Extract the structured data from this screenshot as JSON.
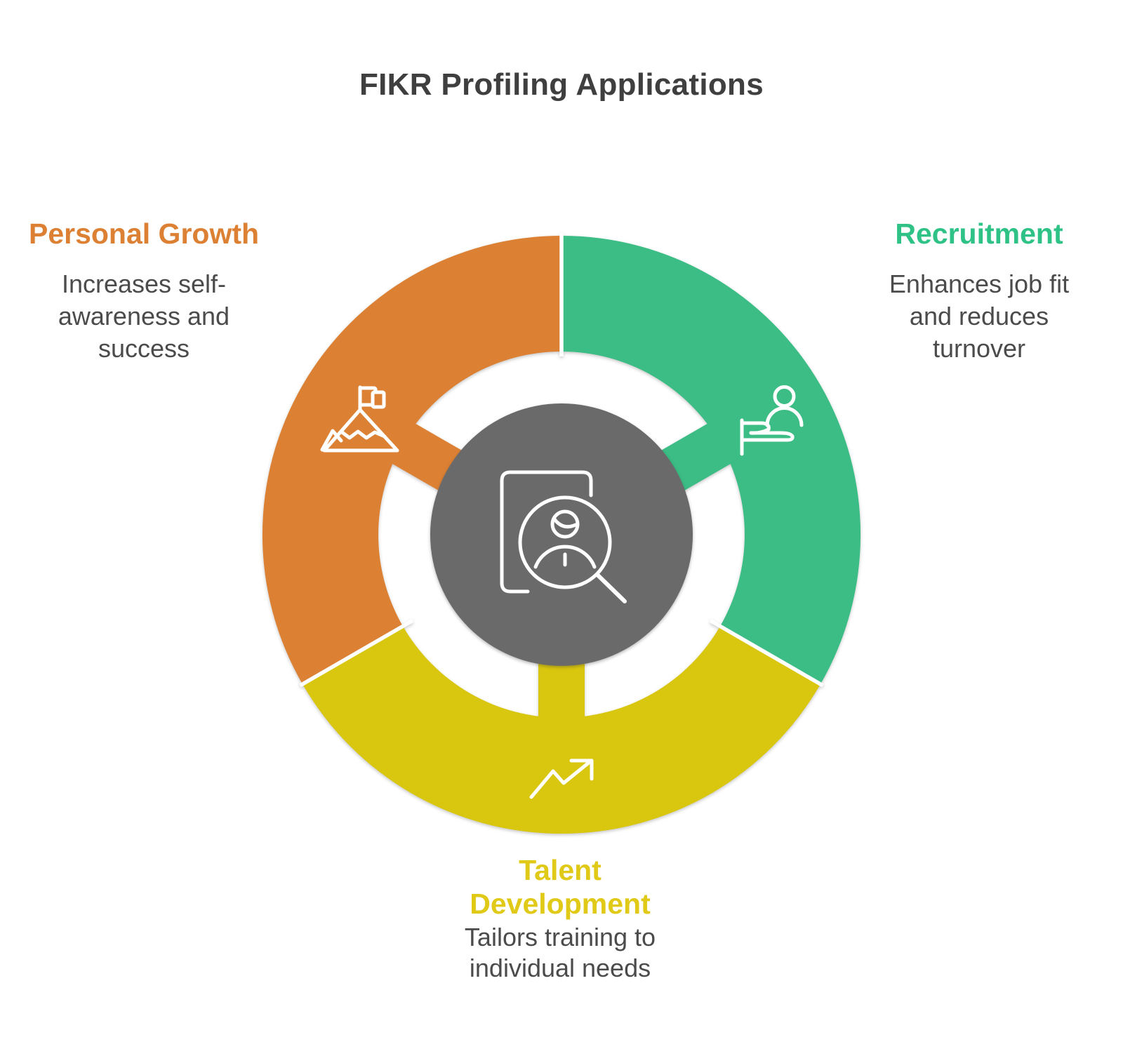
{
  "title": "FIKR Profiling Applications",
  "center": {
    "icon": "profile-search-icon",
    "color": "#6a6a6a",
    "icon_color": "#ffffff"
  },
  "segments": [
    {
      "id": "personal-growth",
      "label": "Personal Growth",
      "description": "Increases self-awareness and success",
      "desc_lines": [
        "Increases self-",
        "awareness and",
        "success"
      ],
      "color": "#dc8134",
      "icon": "mountain-flag-icon",
      "position": "top-left"
    },
    {
      "id": "recruitment",
      "label": "Recruitment",
      "description": "Enhances job fit and reduces turnover",
      "desc_lines": [
        "Enhances job fit",
        "and reduces",
        "turnover"
      ],
      "color": "#3bbd85",
      "icon": "person-flag-icon",
      "position": "top-right"
    },
    {
      "id": "talent-development",
      "label": "Talent Development",
      "label_lines": [
        "Talent",
        "Development"
      ],
      "description": "Tailors training to individual needs",
      "desc_lines": [
        "Tailors training to",
        "individual needs"
      ],
      "color": "#d9c60f",
      "icon": "trend-up-icon",
      "position": "bottom"
    }
  ],
  "text_colors": {
    "title": "#3f3f3f",
    "body": "#4b4b4b"
  }
}
